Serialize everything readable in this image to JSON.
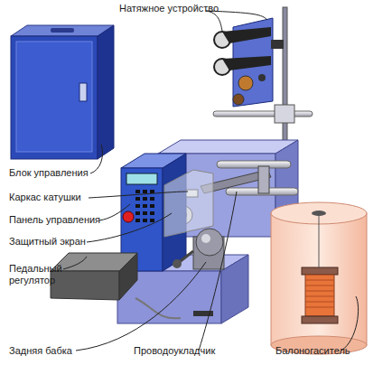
{
  "diagram": {
    "labels": [
      "Натяжное устройство",
      "Блок управления",
      "Каркас катушки",
      "Панель управления",
      "Защитный экран",
      "Педальный регулятор",
      "Задняя бабка",
      "Проводоукладчик",
      "Балоногаситель"
    ]
  }
}
